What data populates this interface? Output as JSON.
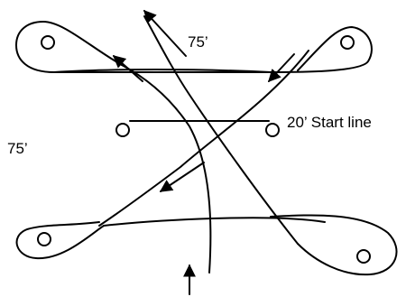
{
  "labels": {
    "top_dimension": "75’",
    "side_dimension": "75’",
    "start_line": "20’ Start line"
  },
  "markers": [
    {
      "name": "marker-top-left",
      "shape": "circle"
    },
    {
      "name": "marker-top-right",
      "shape": "circle"
    },
    {
      "name": "marker-start-left",
      "shape": "circle"
    },
    {
      "name": "marker-start-right",
      "shape": "circle"
    },
    {
      "name": "marker-bottom-left",
      "shape": "circle"
    },
    {
      "name": "marker-bottom-right",
      "shape": "circle"
    }
  ],
  "colors": {
    "ink": "#000000",
    "background": "#ffffff"
  }
}
